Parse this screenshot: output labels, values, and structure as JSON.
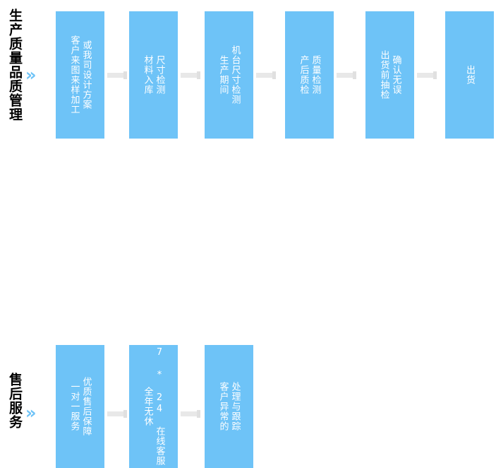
{
  "diagram": {
    "title_top": "生产质量品质管理",
    "title_bottom": "售后服务",
    "chevron_glyph": "»",
    "colors": {
      "box_fill": "#6EC3F7",
      "box_text": "#FFFFFF",
      "label_text": "#000000",
      "chevron": "#6EC3F7",
      "connector": "#E8E8E8",
      "background": "#FFFFFF"
    }
  },
  "rows": [
    {
      "name": "production-quality-management",
      "label": "生产质量品质管理",
      "chevron": "»",
      "steps": [
        {
          "lines": [
            "或我司设计方案",
            "客户来图来样加工"
          ]
        },
        {
          "lines": [
            "尺寸检测",
            "材料入库"
          ]
        },
        {
          "lines": [
            "机台尺寸检测",
            "生产期间"
          ]
        },
        {
          "lines": [
            "质量检测",
            "产后质检"
          ]
        },
        {
          "lines": [
            "确认无误",
            "出货前抽检"
          ]
        },
        {
          "lines": [
            "出货"
          ]
        }
      ]
    },
    {
      "name": "after-sales-service",
      "label": "售后服务",
      "chevron": "»",
      "steps": [
        {
          "lines": [
            "优质售后保障",
            "一对一服务"
          ]
        },
        {
          "lines": [
            "7 * 24 在线客服",
            "全年无休"
          ]
        },
        {
          "lines": [
            "处理与跟踪",
            "客户异常的"
          ]
        }
      ]
    }
  ]
}
